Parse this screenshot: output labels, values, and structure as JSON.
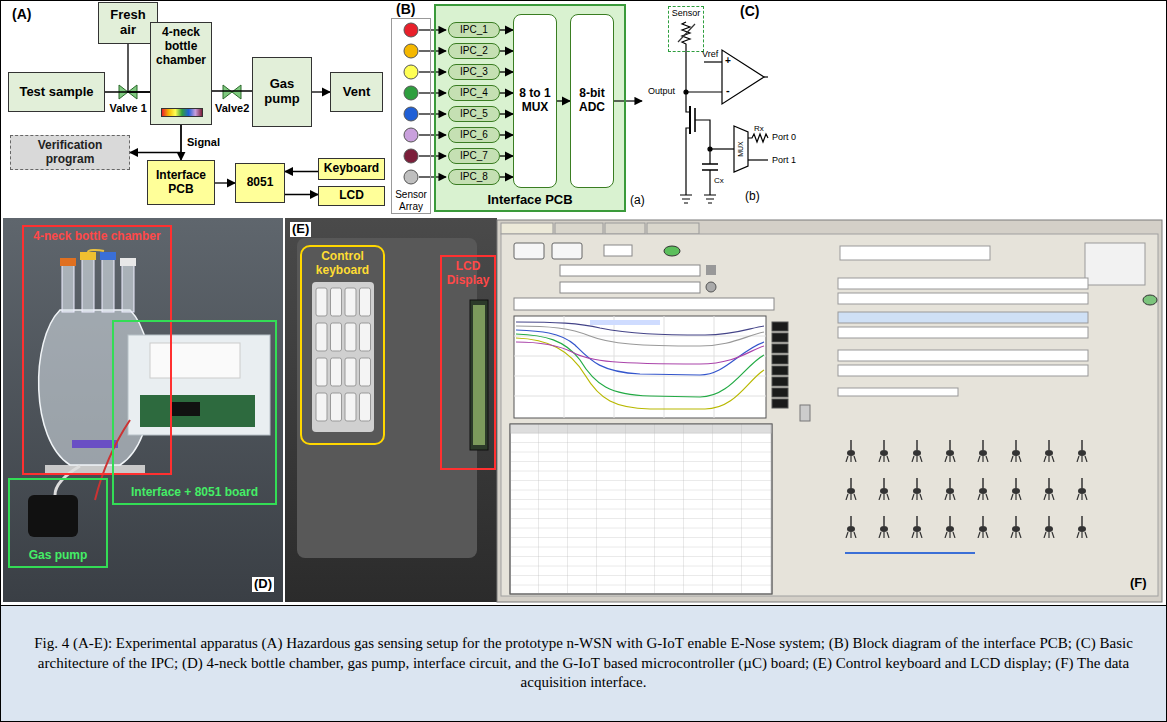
{
  "diagram": {
    "caption": "Fig. 4 (A-E): Experimental apparatus (A) Hazardous gas sensing setup for the prototype n-WSN with G-IoT enable E-Nose system; (B) Block diagram of the interface PCB; (C) Basic architecture of the IPC; (D) 4-neck bottle chamber, gas pump, interface circuit, and the G-IoT based microcontroller (µC) board; (E) Control keyboard and LCD display; (F) The data acquisition interface.",
    "nodes": [
      {
        "text": [
          "Fresh air"
        ]
      },
      {
        "text": [
          "Test sample"
        ]
      },
      {
        "text": [
          "4-neck bottle chamber"
        ]
      },
      {
        "text": [
          "Gas pump"
        ]
      },
      {
        "text": [
          "Vent"
        ]
      },
      {
        "text": [
          "Verification program"
        ]
      },
      {
        "text": [
          "Interface PCB"
        ]
      },
      {
        "text": [
          "8051"
        ]
      },
      {
        "text": [
          "Keyboard"
        ]
      },
      {
        "text": [
          "LCD"
        ]
      },
      {
        "text": [
          "Sensor Array"
        ]
      },
      {
        "text": [
          "Interface PCB"
        ]
      },
      {
        "text": [
          "IPC_1"
        ],
        "in": 11
      },
      {
        "text": [
          "IPC_2"
        ],
        "in": 11
      },
      {
        "text": [
          "IPC_3"
        ],
        "in": 11
      },
      {
        "text": [
          "IPC_4"
        ],
        "in": 11
      },
      {
        "text": [
          "IPC_5"
        ],
        "in": 11
      },
      {
        "text": [
          "IPC_6"
        ],
        "in": 11
      },
      {
        "text": [
          "IPC_7"
        ],
        "in": 11
      },
      {
        "text": [
          "IPC_8"
        ],
        "in": 11
      },
      {
        "text": [
          "8 to 1 MUX"
        ],
        "in": 11
      },
      {
        "text": [
          "8-bit ADC"
        ],
        "in": 11
      },
      {
        "text": [
          "Sensor"
        ]
      },
      {
        "text": [
          "4-neck bottle chamber"
        ]
      },
      {
        "text": [
          "Interface + 8051 board"
        ]
      },
      {
        "text": [
          "Gas pump"
        ]
      },
      {
        "text": [
          "Control keyboard"
        ]
      },
      {
        "text": [
          "LCD Display"
        ]
      }
    ],
    "edges": [
      {
        "from": 0,
        "to": 2,
        "arrow": "none"
      },
      {
        "from": 1,
        "to": 2,
        "arrow": "none"
      },
      {
        "from": 2,
        "to": 3,
        "arrow": "none"
      },
      {
        "from": 3,
        "to": 4,
        "arrow": "to"
      },
      {
        "from": 2,
        "to": 5,
        "arrow": "to"
      },
      {
        "from": 2,
        "to": 6,
        "label": "Signal",
        "arrow": "to"
      },
      {
        "from": 6,
        "to": 7,
        "arrow": "to"
      },
      {
        "from": 8,
        "to": 7,
        "arrow": "to"
      },
      {
        "from": 7,
        "to": 9,
        "arrow": "to"
      },
      {
        "from": 12,
        "to": 20,
        "arrow": "to"
      },
      {
        "from": 13,
        "to": 20,
        "arrow": "to"
      },
      {
        "from": 14,
        "to": 20,
        "arrow": "to"
      },
      {
        "from": 15,
        "to": 20,
        "arrow": "to"
      },
      {
        "from": 16,
        "to": 20,
        "arrow": "to"
      },
      {
        "from": 17,
        "to": 20,
        "arrow": "to"
      },
      {
        "from": 18,
        "to": 20,
        "arrow": "to"
      },
      {
        "from": 19,
        "to": 20,
        "arrow": "to"
      },
      {
        "from": 20,
        "to": 21,
        "arrow": "to"
      }
    ],
    "labels": [
      "(A)",
      "Valve 1",
      "Valve2",
      "(B)",
      "(a)",
      "(C)",
      "Vref",
      "Output",
      "+",
      "-",
      "Cx",
      "Rx",
      "MUX",
      "Port 0",
      "Port 1",
      "(b)",
      "(D)",
      "(E)",
      "(F)"
    ]
  }
}
